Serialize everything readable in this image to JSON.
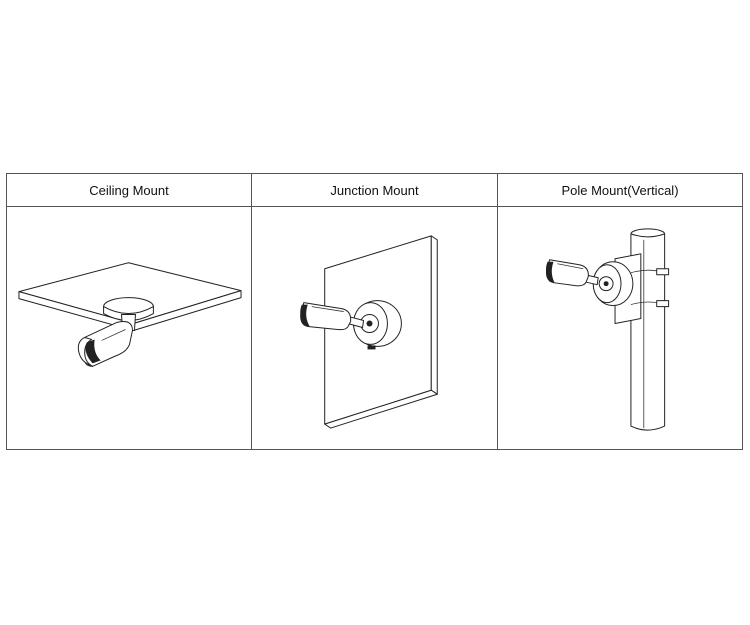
{
  "table": {
    "columns": [
      {
        "header": "Ceiling Mount"
      },
      {
        "header": "Junction Mount"
      },
      {
        "header": "Pole Mount(Vertical)"
      }
    ]
  }
}
